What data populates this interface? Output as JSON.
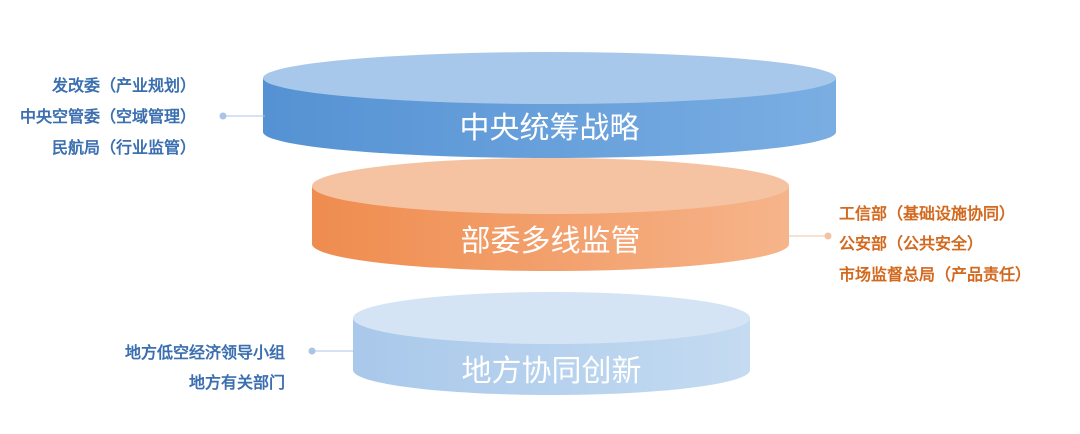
{
  "tiers": [
    {
      "label": "中央统筹战略",
      "annotations": [
        "发改委（产业规划）",
        "中央空管委（空域管理）",
        "民航局（行业监管）"
      ]
    },
    {
      "label": "部委多线监管",
      "annotations": [
        "工信部（基础设施协同）",
        "公安部（公共安全）",
        "市场监督总局（产品责任）"
      ]
    },
    {
      "label": "地方协同创新",
      "annotations": [
        "地方低空经济领导小组",
        "地方有关部门"
      ]
    }
  ],
  "colors": {
    "tier1": "#5b9bd5",
    "tier2": "#f29b66",
    "tier3": "#b9d3ee",
    "annotation_blue": "#3b6fb0",
    "annotation_orange": "#d2691e"
  }
}
